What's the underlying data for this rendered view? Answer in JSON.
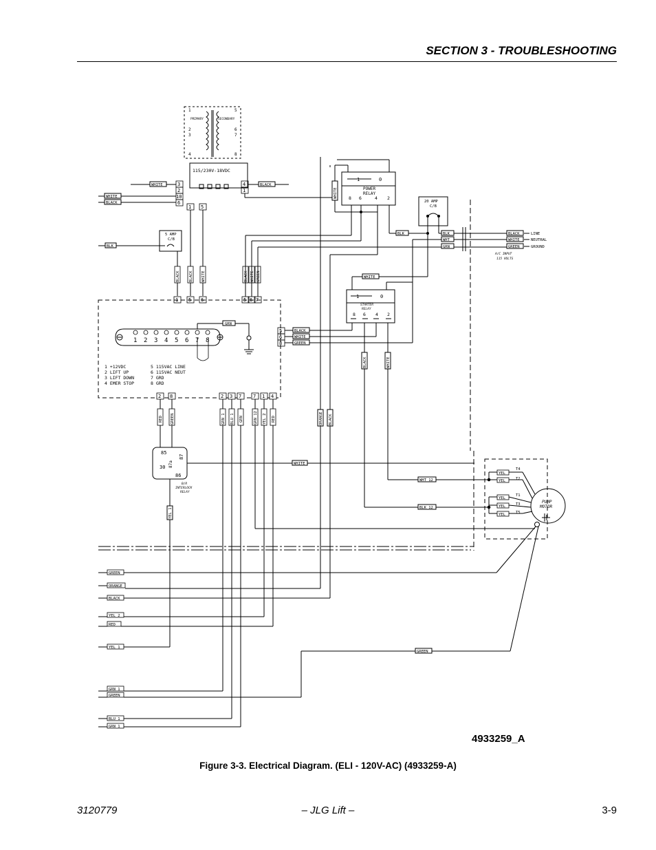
{
  "header": {
    "section_title": "SECTION 3 - TROUBLESHOOTING"
  },
  "transformer": {
    "label": "115/230V-18VDC",
    "primary": "PRIMARY",
    "secondary": "SECONDARY"
  },
  "power_relay": {
    "label_1": "POWER",
    "label_2": "RELAY"
  },
  "starter_relay": {
    "label_1": "STARTER",
    "label_2": "RELAY"
  },
  "cb_5amp": {
    "label_1": "5 AMP",
    "label_2": "C/B"
  },
  "cb_20amp": {
    "label_1": "20 AMP",
    "label_2": "C/B"
  },
  "ac_input": {
    "line": "LINE",
    "neutral": "NEUTRAL",
    "ground": "GROUND",
    "note_1": "A/C INPUT",
    "note_2": "115 VOLTS"
  },
  "connector_legend": {
    "left": [
      "1 +12VDC",
      "2 LIFT UP",
      "3 LIFT DOWN",
      "4 EMER STOP"
    ],
    "right": [
      "5 115VAC LINE",
      "6 115VAC NEUT",
      "7 GRD",
      "8 GRD"
    ]
  },
  "interlock_relay": {
    "label_1": "B/R",
    "label_2": "INTERLOCK",
    "label_3": "RELAY"
  },
  "pump_motor": {
    "label_1": "PUMP",
    "label_2": "MOTOR"
  },
  "wires": {
    "white": "WHITE",
    "black": "BLACK",
    "blk": "BLK",
    "wht": "WHT",
    "grn": "GRN",
    "green": "GREEN",
    "orange": "ORANGE",
    "red": "RED",
    "yel": "YEL",
    "yel1": "YEL 1",
    "yel2": "YEL 2",
    "grn1": "GRN 1",
    "blu1": "BLU 1",
    "grn12": "GRN 12",
    "wht12": "WHT 12",
    "blk12": "BLK 12",
    "orng": "ORNG"
  },
  "figure": {
    "drawing_number": "4933259_A",
    "caption": "Figure 3-3. Electrical Diagram. (ELI - 120V-AC) (4933259-A)"
  },
  "footer": {
    "doc_number": "3120779",
    "center": "– JLG Lift –",
    "page": "3-9"
  }
}
